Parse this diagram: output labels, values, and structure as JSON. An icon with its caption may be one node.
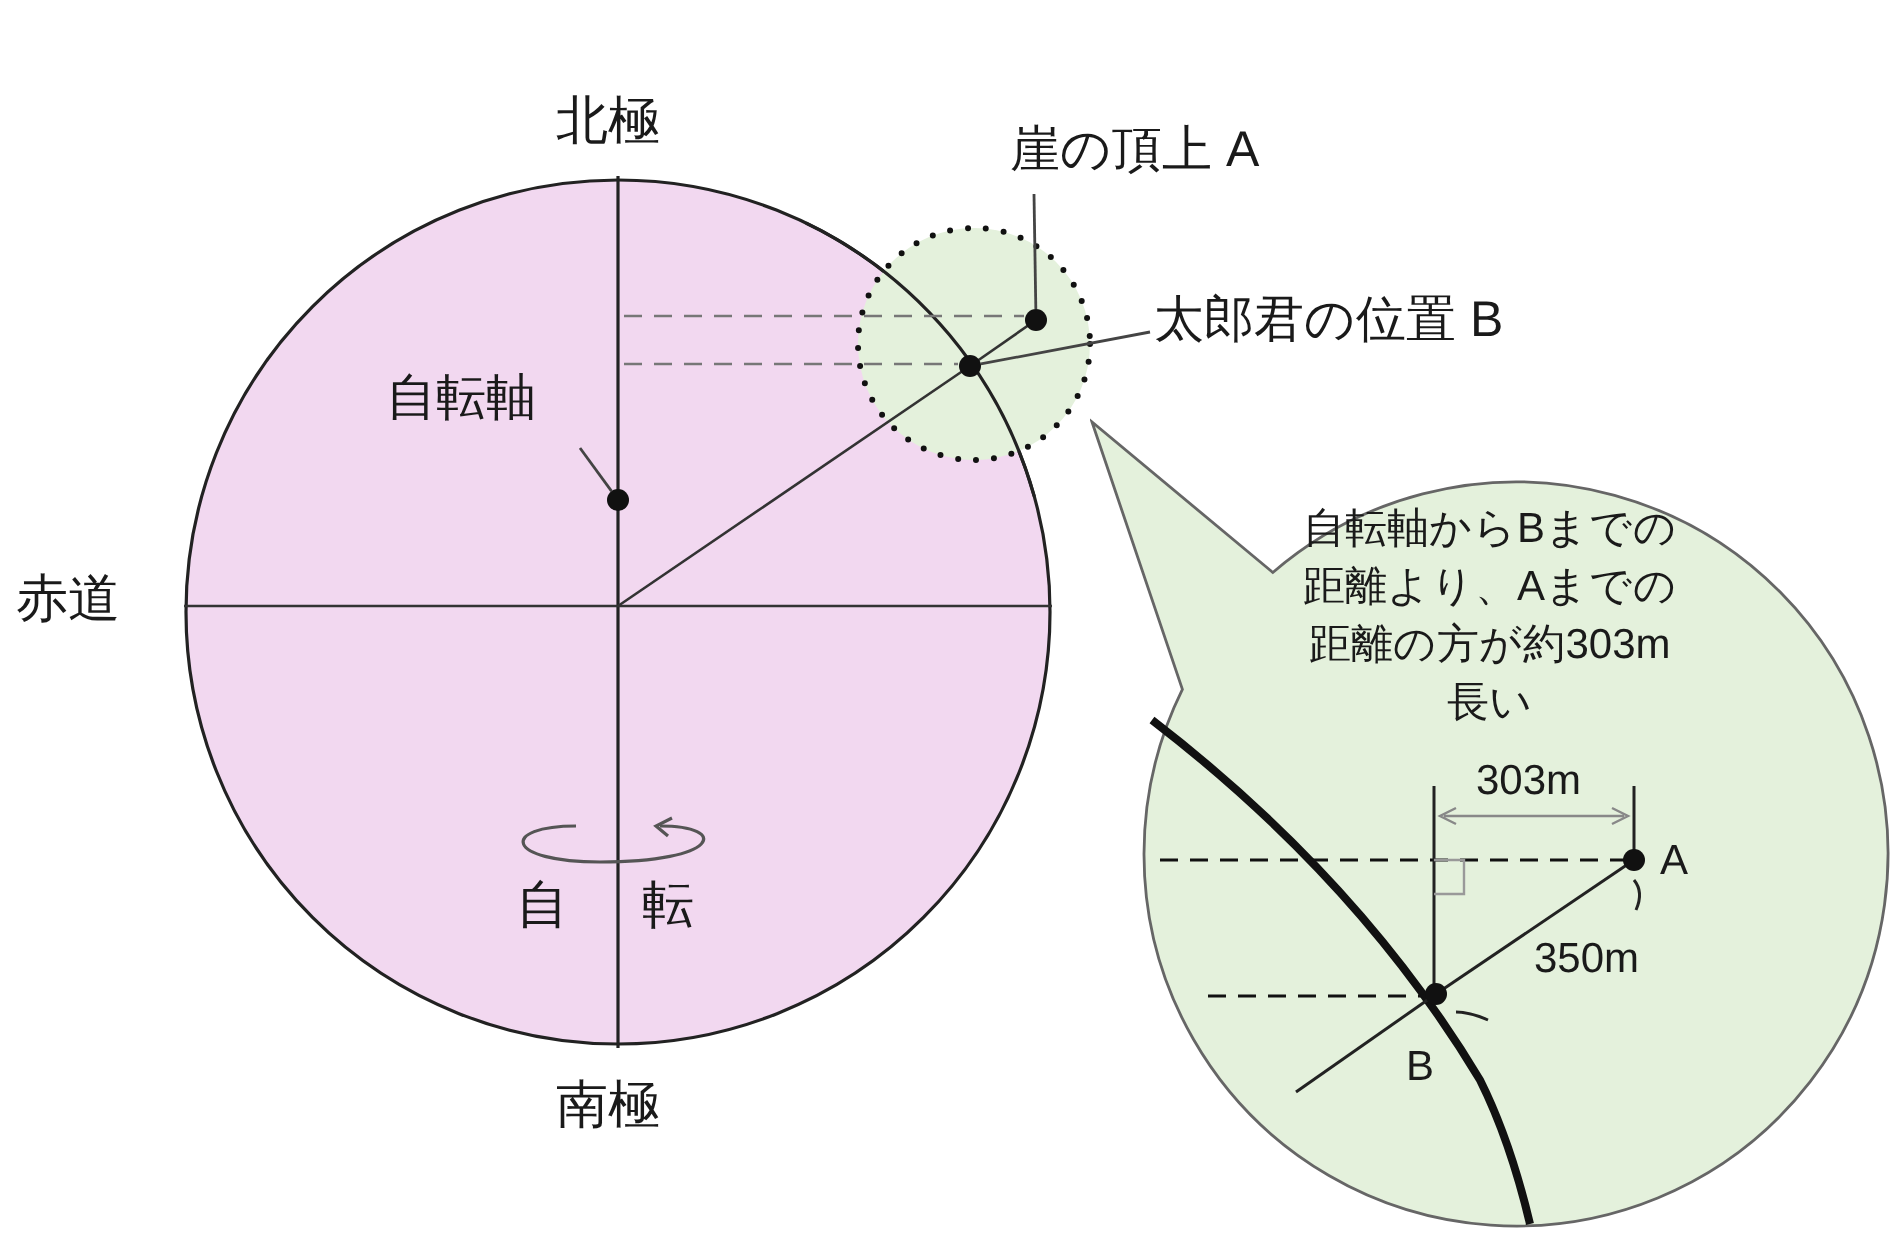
{
  "diagram": {
    "nodes": [
      {
        "text": [
          "崖の頂上 A"
        ]
      },
      {
        "text": [],
        "shape": "circle"
      },
      {
        "text": [
          "太郎君の位置 B"
        ]
      },
      {
        "text": [],
        "shape": "circle"
      },
      {
        "text": [
          "自転軸"
        ]
      },
      {
        "text": [],
        "shape": "circle"
      },
      {
        "text": [
          "自転軸からBまでの距離より、Aまでの距離の方が約303m長い"
        ]
      }
    ],
    "edges": [
      {
        "from": 0,
        "to": 1,
        "arrow": "none"
      },
      {
        "from": 2,
        "to": 3,
        "arrow": "none"
      },
      {
        "from": 4,
        "to": 5,
        "arrow": "none"
      }
    ],
    "labels": [
      "北極",
      "赤道",
      "自",
      "転",
      "南極",
      "303m",
      "A",
      "350m",
      "B"
    ]
  }
}
